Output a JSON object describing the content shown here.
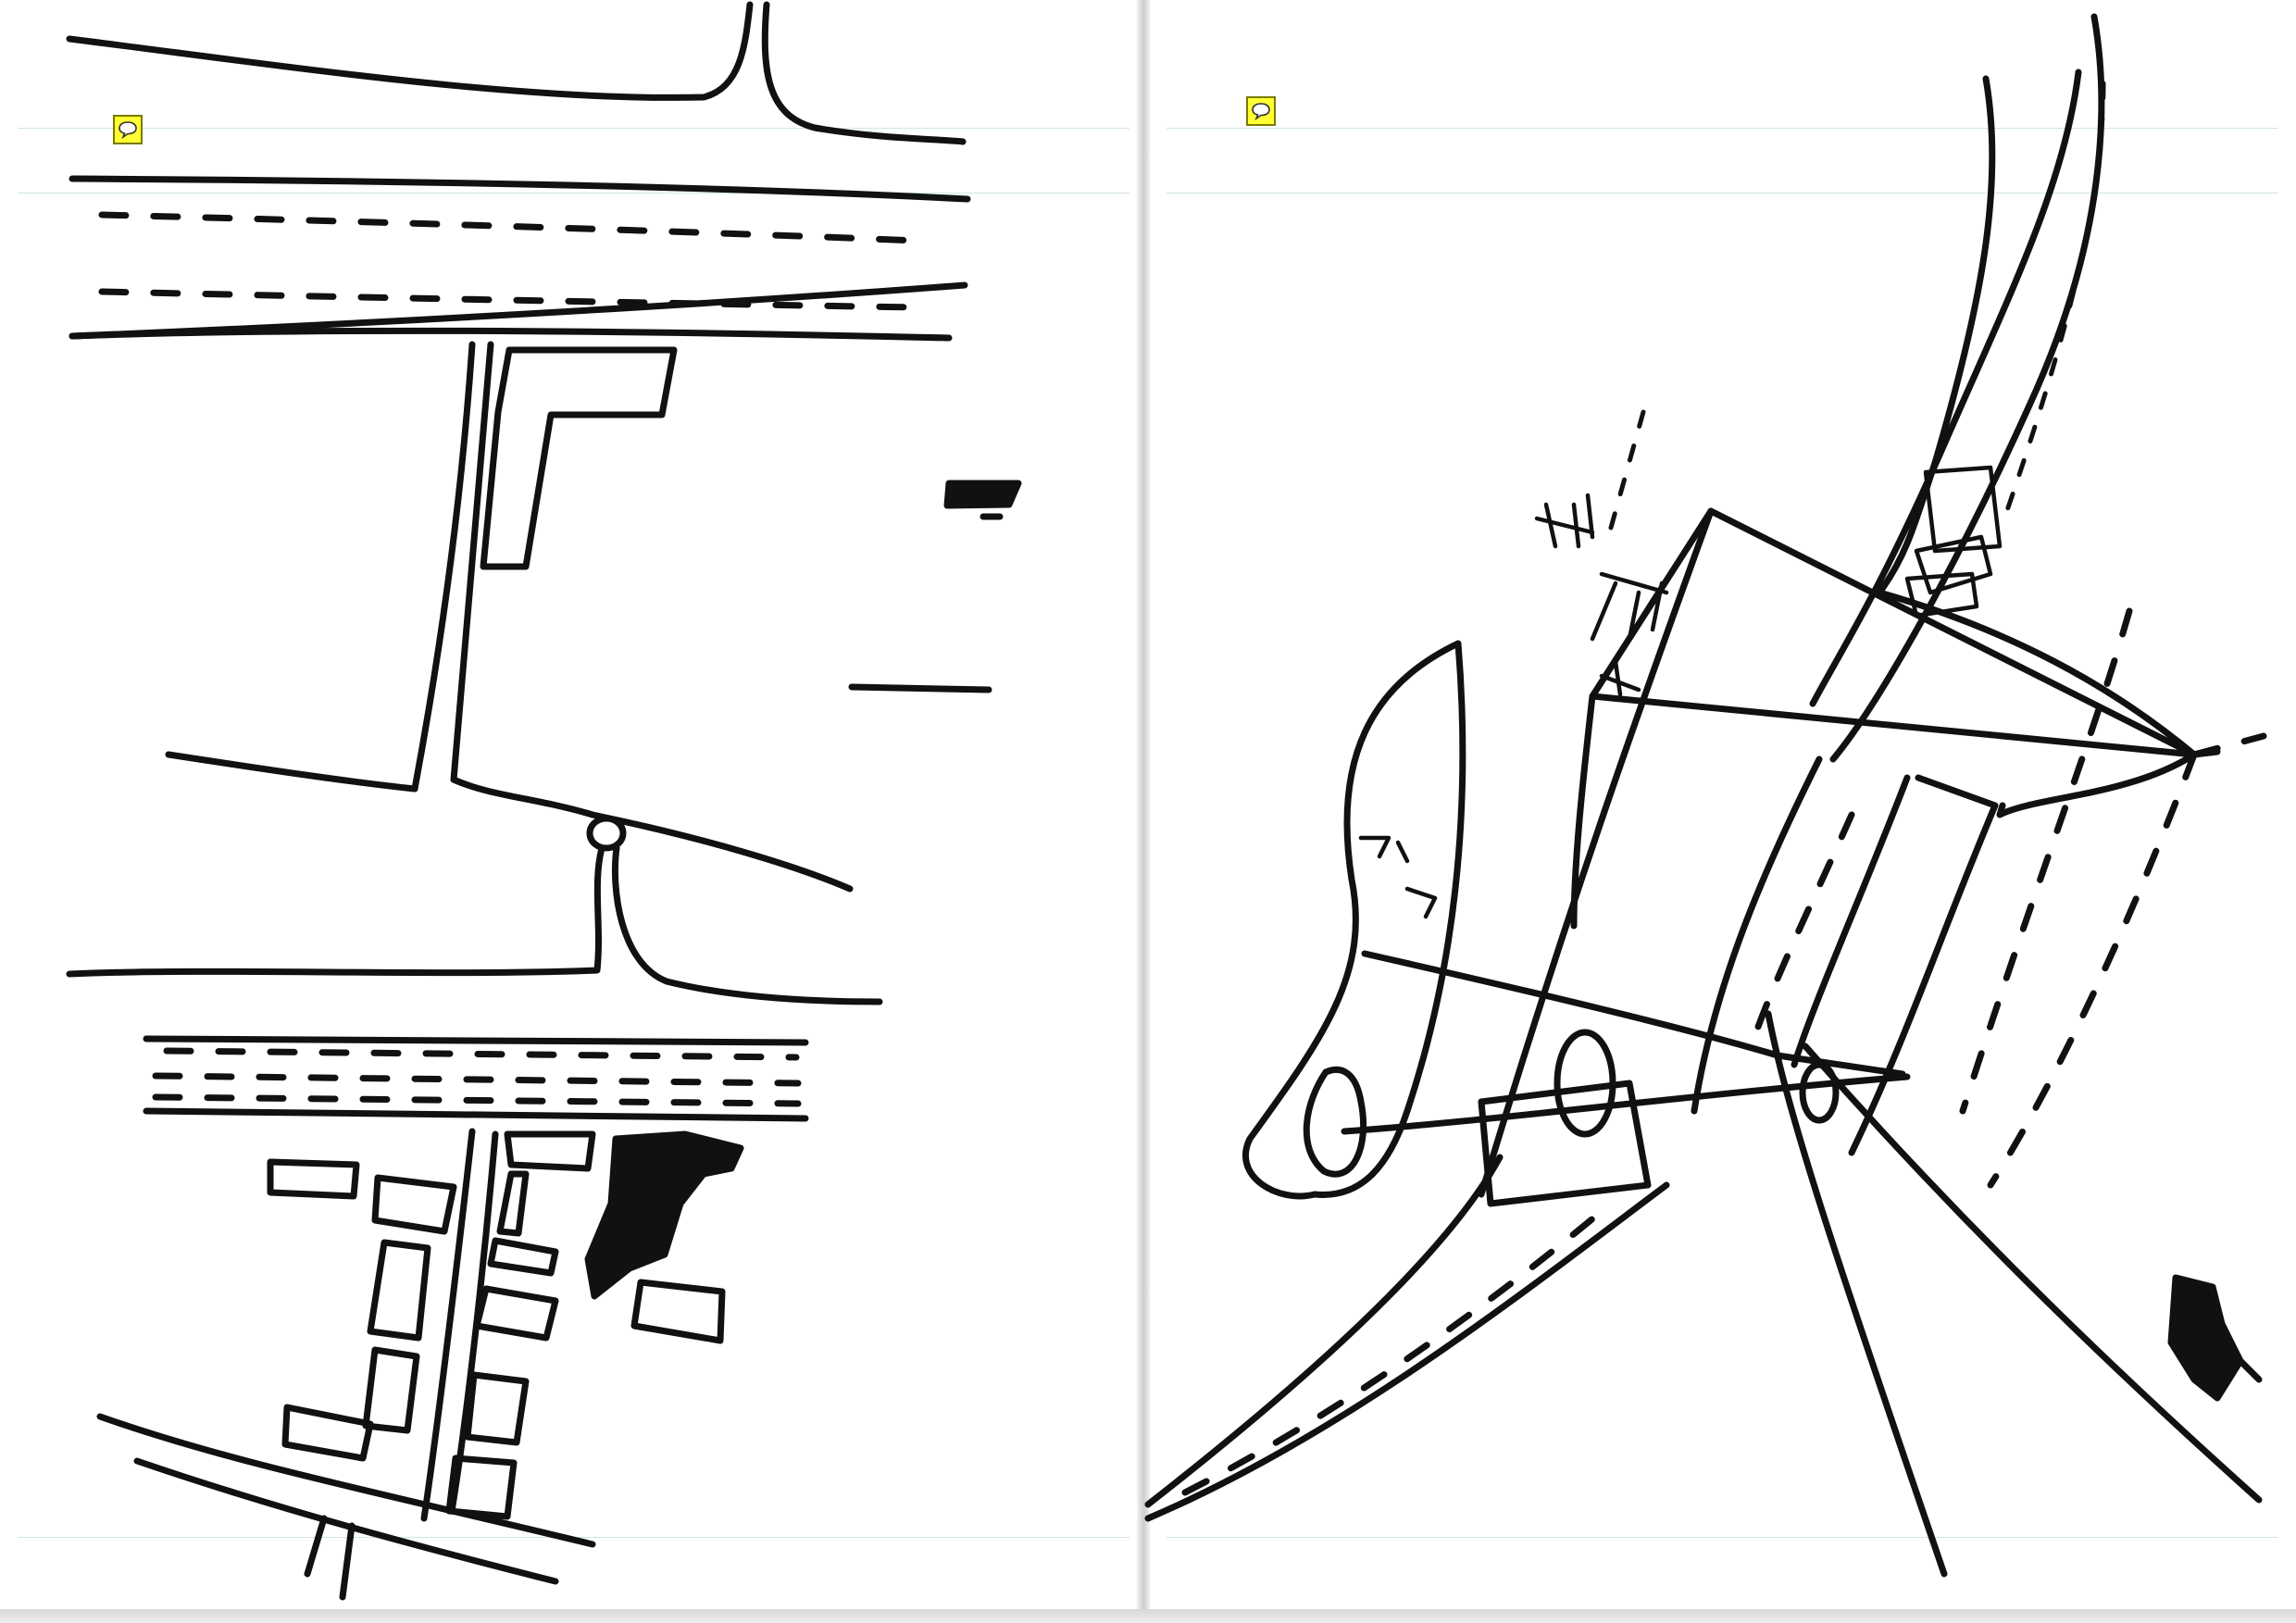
{
  "pages": [
    {
      "id": "left",
      "sketch": "road-network-plan"
    },
    {
      "id": "right",
      "sketch": "perspective-road-view"
    }
  ],
  "annotations": [
    {
      "page": "left",
      "icon": "comment-icon",
      "color": "#ffff33",
      "label": "Comment"
    },
    {
      "page": "right",
      "icon": "comment-icon",
      "color": "#ffff33",
      "label": "Comment"
    }
  ],
  "colors": {
    "ink": "#111111",
    "paper": "#ffffff",
    "ruling": "#cfe4e8",
    "note": "#ffff33"
  }
}
